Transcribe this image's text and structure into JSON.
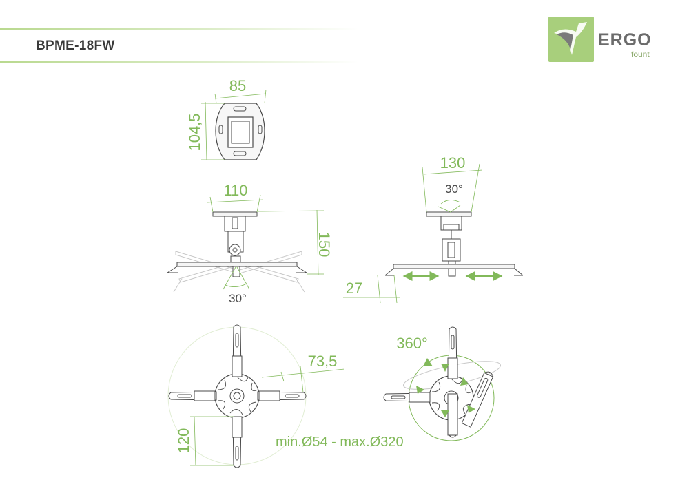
{
  "header": {
    "model": "BPME-18FW"
  },
  "logo": {
    "word": "ERGO",
    "sub": "fount"
  },
  "dimensions": {
    "plate_width": "85",
    "plate_height": "104,5",
    "front_width": "110",
    "front_height": "150",
    "front_tilt": "30°",
    "side_width": "130",
    "side_tilt": "30°",
    "side_offset": "27",
    "arm_extension": "73,5",
    "arm_spacing": "120",
    "rotation": "360°",
    "range": "min.Ø54 - max.Ø320"
  },
  "colors": {
    "accent": "#82b95a",
    "line": "#4a4a4a",
    "ghost": "#c8c8c8"
  }
}
